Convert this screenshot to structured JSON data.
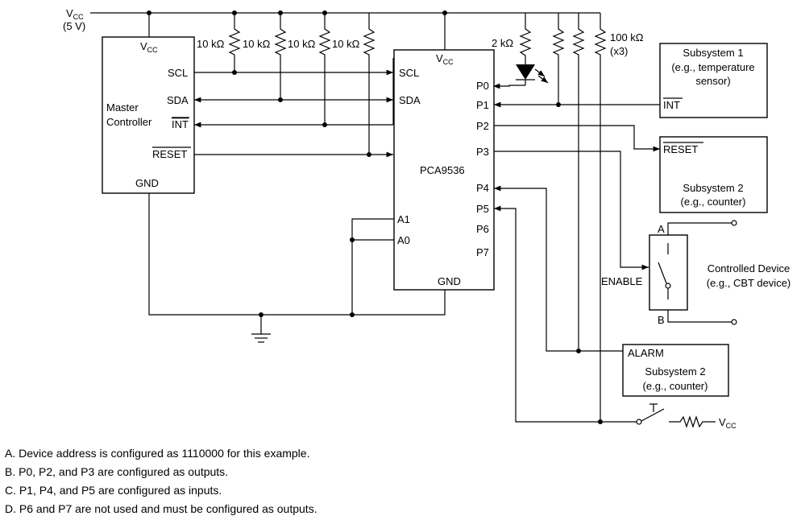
{
  "diagram": {
    "vcc_top": {
      "main": "V",
      "sub": "CC",
      "volt": "(5 V)"
    },
    "vcc_switch": {
      "main": "V",
      "sub": "CC"
    },
    "resistors": {
      "r10k_1": "10 kΩ",
      "r10k_2": "10 kΩ",
      "r10k_3": "10 kΩ",
      "r10k_4": "10 kΩ",
      "r2k": "2 kΩ",
      "r100k": "100 kΩ",
      "r100k_qty": "(x3)"
    },
    "master": {
      "vcc_main": "V",
      "vcc_sub": "CC",
      "scl": "SCL",
      "sda": "SDA",
      "name_line1": "Master",
      "name_line2": "Controller",
      "int": "INT",
      "reset": "RESET",
      "gnd": "GND"
    },
    "chip": {
      "name": "PCA9536",
      "vcc_main": "V",
      "vcc_sub": "CC",
      "scl": "SCL",
      "sda": "SDA",
      "a1": "A1",
      "a0": "A0",
      "p0": "P0",
      "p1": "P1",
      "p2": "P2",
      "p3": "P3",
      "p4": "P4",
      "p5": "P5",
      "p6": "P6",
      "p7": "P7",
      "gnd": "GND"
    },
    "subsystem1": {
      "line1": "Subsystem 1",
      "line2": "(e.g., temperature",
      "line3": "sensor)",
      "pin": "INT"
    },
    "subsystem2_reset": {
      "pin": "RESET",
      "line1": "Subsystem 2",
      "line2": "(e.g., counter)"
    },
    "controlled_device": {
      "label_a": "A",
      "label_b": "B",
      "enable": "ENABLE",
      "line1": "Controlled Device",
      "line2": "(e.g., CBT device)"
    },
    "subsystem2_alarm": {
      "pin": "ALARM",
      "line1": "Subsystem 2",
      "line2": "(e.g., counter)"
    }
  },
  "notes": [
    "A.  Device address is configured as 1110000 for this example.",
    "B.  P0, P2, and P3 are configured as outputs.",
    "C.  P1, P4, and P5 are configured as inputs.",
    "D.  P6 and P7 are not used and must be configured as outputs."
  ]
}
